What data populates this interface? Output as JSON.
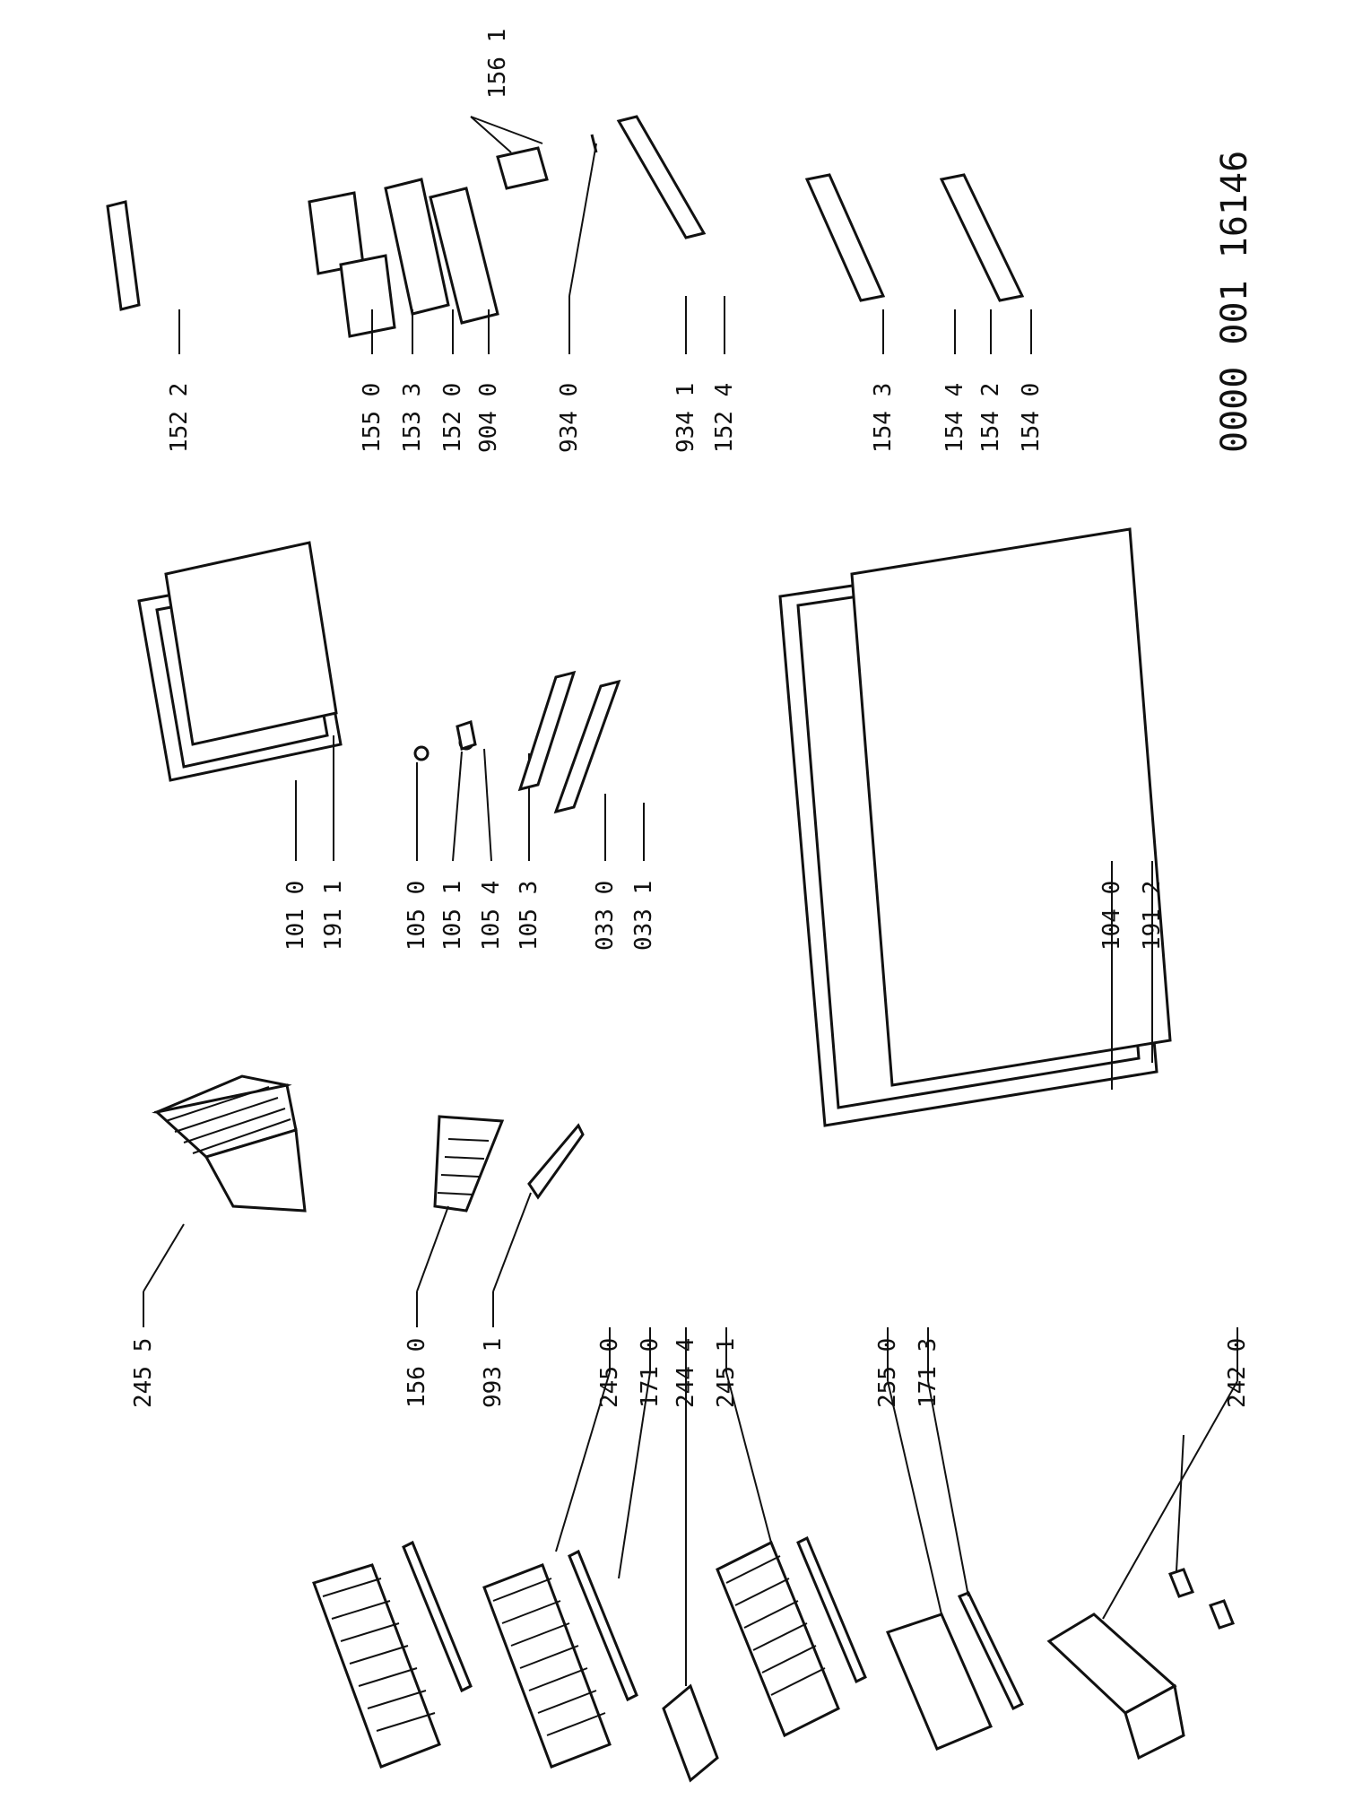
{
  "document": {
    "code": "0000 001 16146",
    "labels": [
      "245 5",
      "156 0",
      "993 1",
      "245 0",
      "171 0",
      "244 4",
      "245 1",
      "255 0",
      "171 3",
      "242 0",
      "101 0",
      "191 1",
      "105 0",
      "105 1",
      "105 4",
      "105 3",
      "033 0",
      "033 1",
      "104 0",
      "191 2",
      "152 2",
      "155 0",
      "153 3",
      "152 0",
      "904 0",
      "156 1",
      "934 0",
      "934 1",
      "152 4",
      "154 3",
      "154 4",
      "154 2",
      "154 0"
    ]
  }
}
